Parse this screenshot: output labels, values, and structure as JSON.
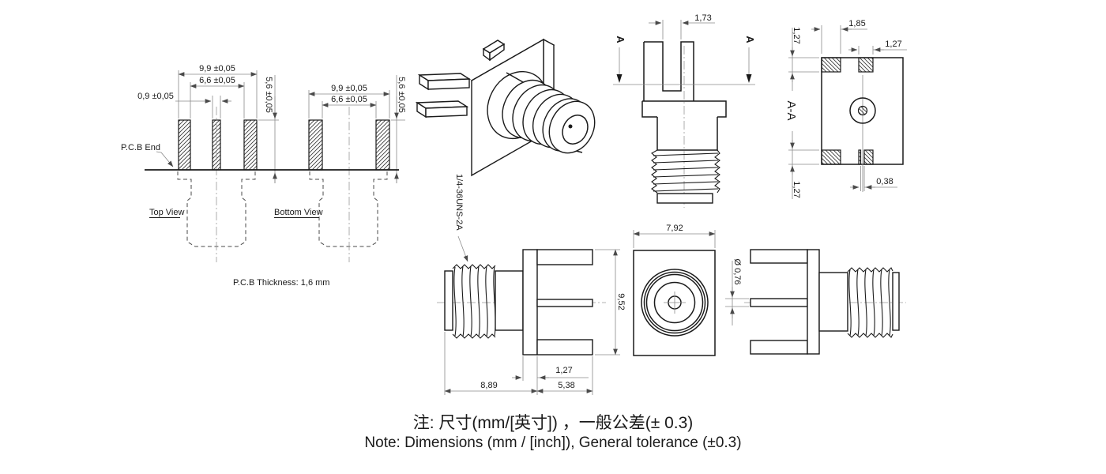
{
  "colors": {
    "line": "#1a1a1a",
    "dim_line": "#8a8a8a",
    "background": "#ffffff"
  },
  "views": {
    "pcb_top": {
      "label": "Top View",
      "pcb_end_label": "P.C.B End",
      "dim_span": "9,9 ±0,05",
      "dim_inner": "6,6 ±0,05",
      "dim_pad_width": "0,9 ±0,05",
      "dim_pad_height": "5,6 ±0,05"
    },
    "pcb_bottom": {
      "label": "Bottom View",
      "dim_span": "9,9 ±0,05",
      "dim_inner": "6,6 ±0,05",
      "dim_pad_height": "5,6 ±0,05",
      "thickness_note": "P.C.B Thickness: 1,6 mm"
    },
    "top_projection": {
      "dim_slot": "1,73",
      "section_marker_left": "A",
      "section_marker_right": "A"
    },
    "section_aa": {
      "label": "A-A",
      "dim_leg_wide": "1,85",
      "dim_leg_narrow": "1,27",
      "dim_leg_height_top": "1,27",
      "dim_leg_height_bottom": "1,27",
      "dim_pin_flat": "0,38"
    },
    "side_left": {
      "thread_callout": "1/4-36UNS-2A",
      "dim_body_length": "8,89",
      "dim_leg_length": "5,38",
      "dim_flange": "1,27"
    },
    "front_face": {
      "dim_width": "7,92",
      "dim_height": "9,52"
    },
    "side_right": {
      "dim_pin_dia": "Ø 0,76"
    }
  },
  "notes": {
    "line1_zh": "注: 尺寸(mm/[英寸]) ，一般公差(± 0.3)",
    "line2_en": "Note: Dimensions (mm / [inch]), General tolerance (±0.3)"
  }
}
